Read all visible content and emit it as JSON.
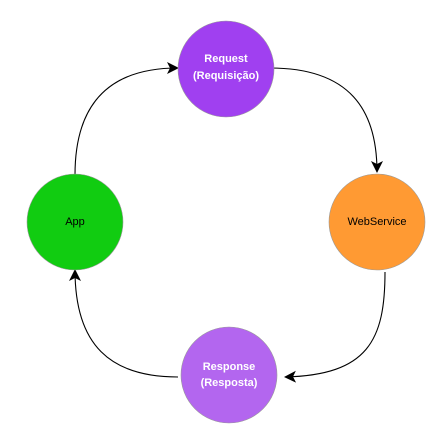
{
  "diagram": {
    "nodes": {
      "request": {
        "line1": "Request",
        "line2": "(Requisição)",
        "color": "#a040f0"
      },
      "webservice": {
        "line1": "WebService",
        "color": "#ff9a33"
      },
      "response": {
        "line1": "Response",
        "line2": "(Resposta)",
        "color": "#b366ef"
      },
      "app": {
        "line1": "App",
        "color": "#11cc11"
      }
    },
    "edges": [
      {
        "from": "app",
        "to": "request"
      },
      {
        "from": "request",
        "to": "webservice"
      },
      {
        "from": "webservice",
        "to": "response"
      },
      {
        "from": "response",
        "to": "app"
      }
    ]
  }
}
